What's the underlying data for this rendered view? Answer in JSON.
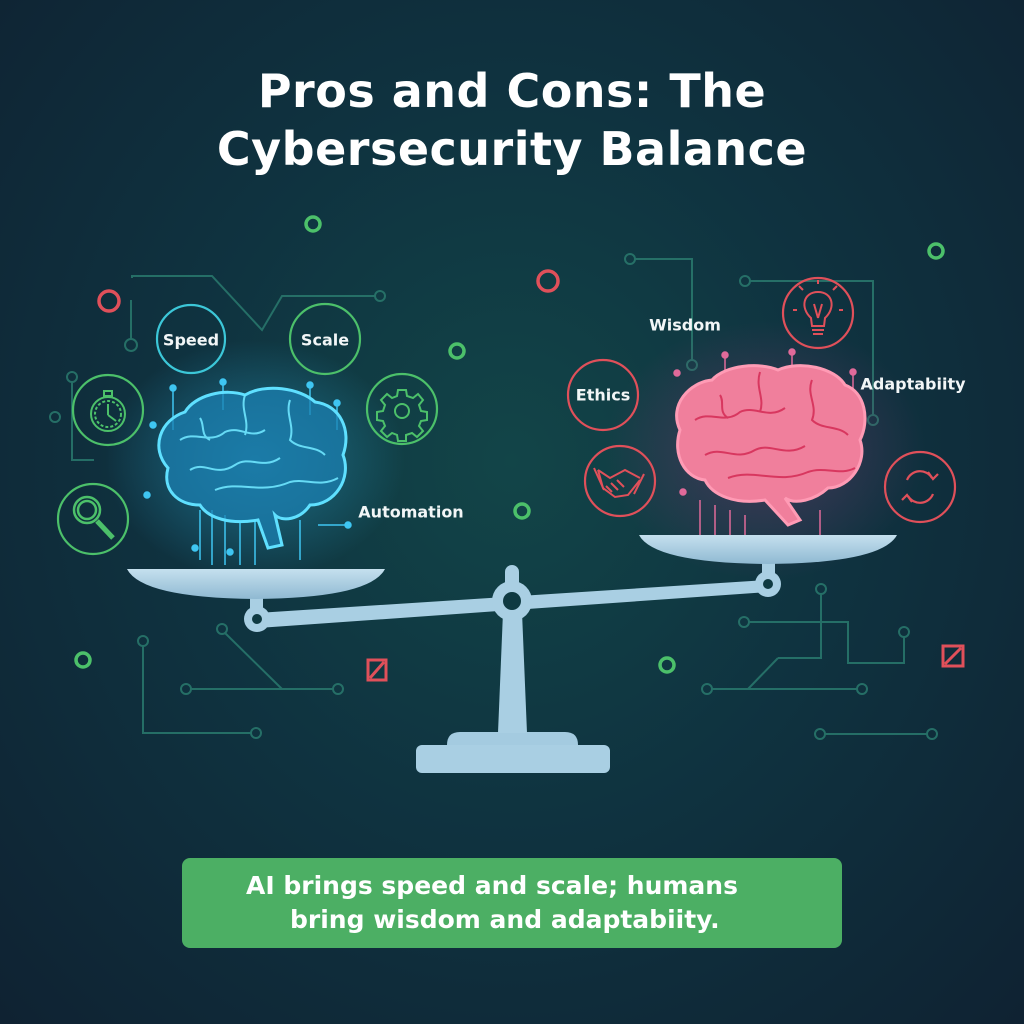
{
  "title": {
    "line1": "Pros and Cons: The",
    "line2": "Cybersecurity Balance"
  },
  "ai_side": {
    "brain_color": "#3fc6f2",
    "accent": "#4cc06a",
    "labels": {
      "speed": "Speed",
      "scale": "Scale",
      "automation": "Automation"
    },
    "icons": [
      "stopwatch-icon",
      "magnifier-icon",
      "gear-icon"
    ]
  },
  "human_side": {
    "brain_color": "#f2728f",
    "accent": "#e0505a",
    "labels": {
      "wisdom": "Wisdom",
      "ethics": "Ethics",
      "adaptability": "Adaptabiity"
    },
    "icons": [
      "lightbulb-icon",
      "handshake-icon",
      "refresh-cycle-icon"
    ]
  },
  "scale_color": "#a9cfe3",
  "banner": {
    "line1": "AI brings speed and scale; humans",
    "line2": "bring wisdom and adaptabiity.",
    "color": "#4caf64"
  }
}
